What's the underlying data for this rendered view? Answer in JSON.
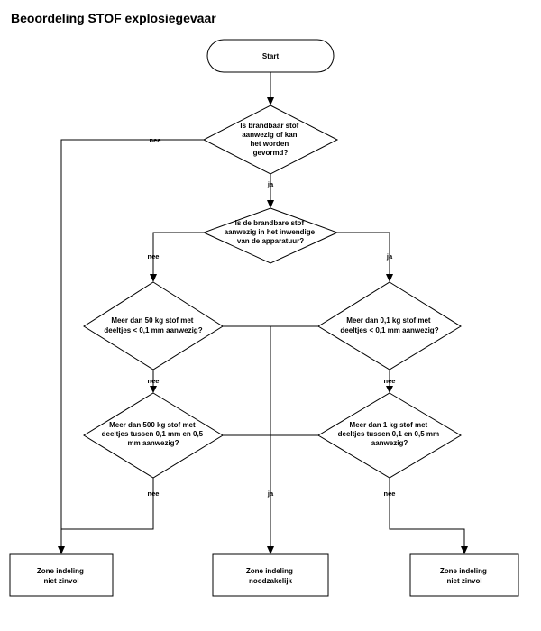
{
  "title": "Beoordeling STOF explosiegevaar",
  "nodes": {
    "start": [
      "Start"
    ],
    "q_brandbaar": [
      "Is brandbaar stof",
      "aanwezig of kan",
      "het worden",
      "gevormd?"
    ],
    "q_inwendig": [
      "Is de brandbare stof",
      "aanwezig in het inwendige",
      "van de apparatuur?"
    ],
    "q_50kg": [
      "Meer dan 50 kg stof met",
      "deeltjes < 0,1 mm aanwezig?"
    ],
    "q_01kg": [
      "Meer dan 0,1 kg stof met",
      "deeltjes < 0,1 mm aanwezig?"
    ],
    "q_500kg": [
      "Meer dan 500 kg stof met",
      "deeltjes tussen 0,1 mm en 0,5",
      "mm aanwezig?"
    ],
    "q_1kg": [
      "Meer dan 1 kg stof met",
      "deeltjes tussen 0,1 en 0,5 mm",
      "aanwezig?"
    ],
    "out_left": [
      "Zone indeling",
      "niet zinvol"
    ],
    "out_mid": [
      "Zone indeling",
      "noodzakelijk"
    ],
    "out_right": [
      "Zone indeling",
      "niet zinvol"
    ]
  },
  "edge_labels": {
    "brandbaar_nee": "nee",
    "brandbaar_ja": "ja",
    "inwendig_nee": "nee",
    "inwendig_ja": "ja",
    "q50_nee": "nee",
    "q01_nee": "nee",
    "q500_nee": "nee",
    "mid_ja": "ja",
    "q1_nee": "nee"
  }
}
